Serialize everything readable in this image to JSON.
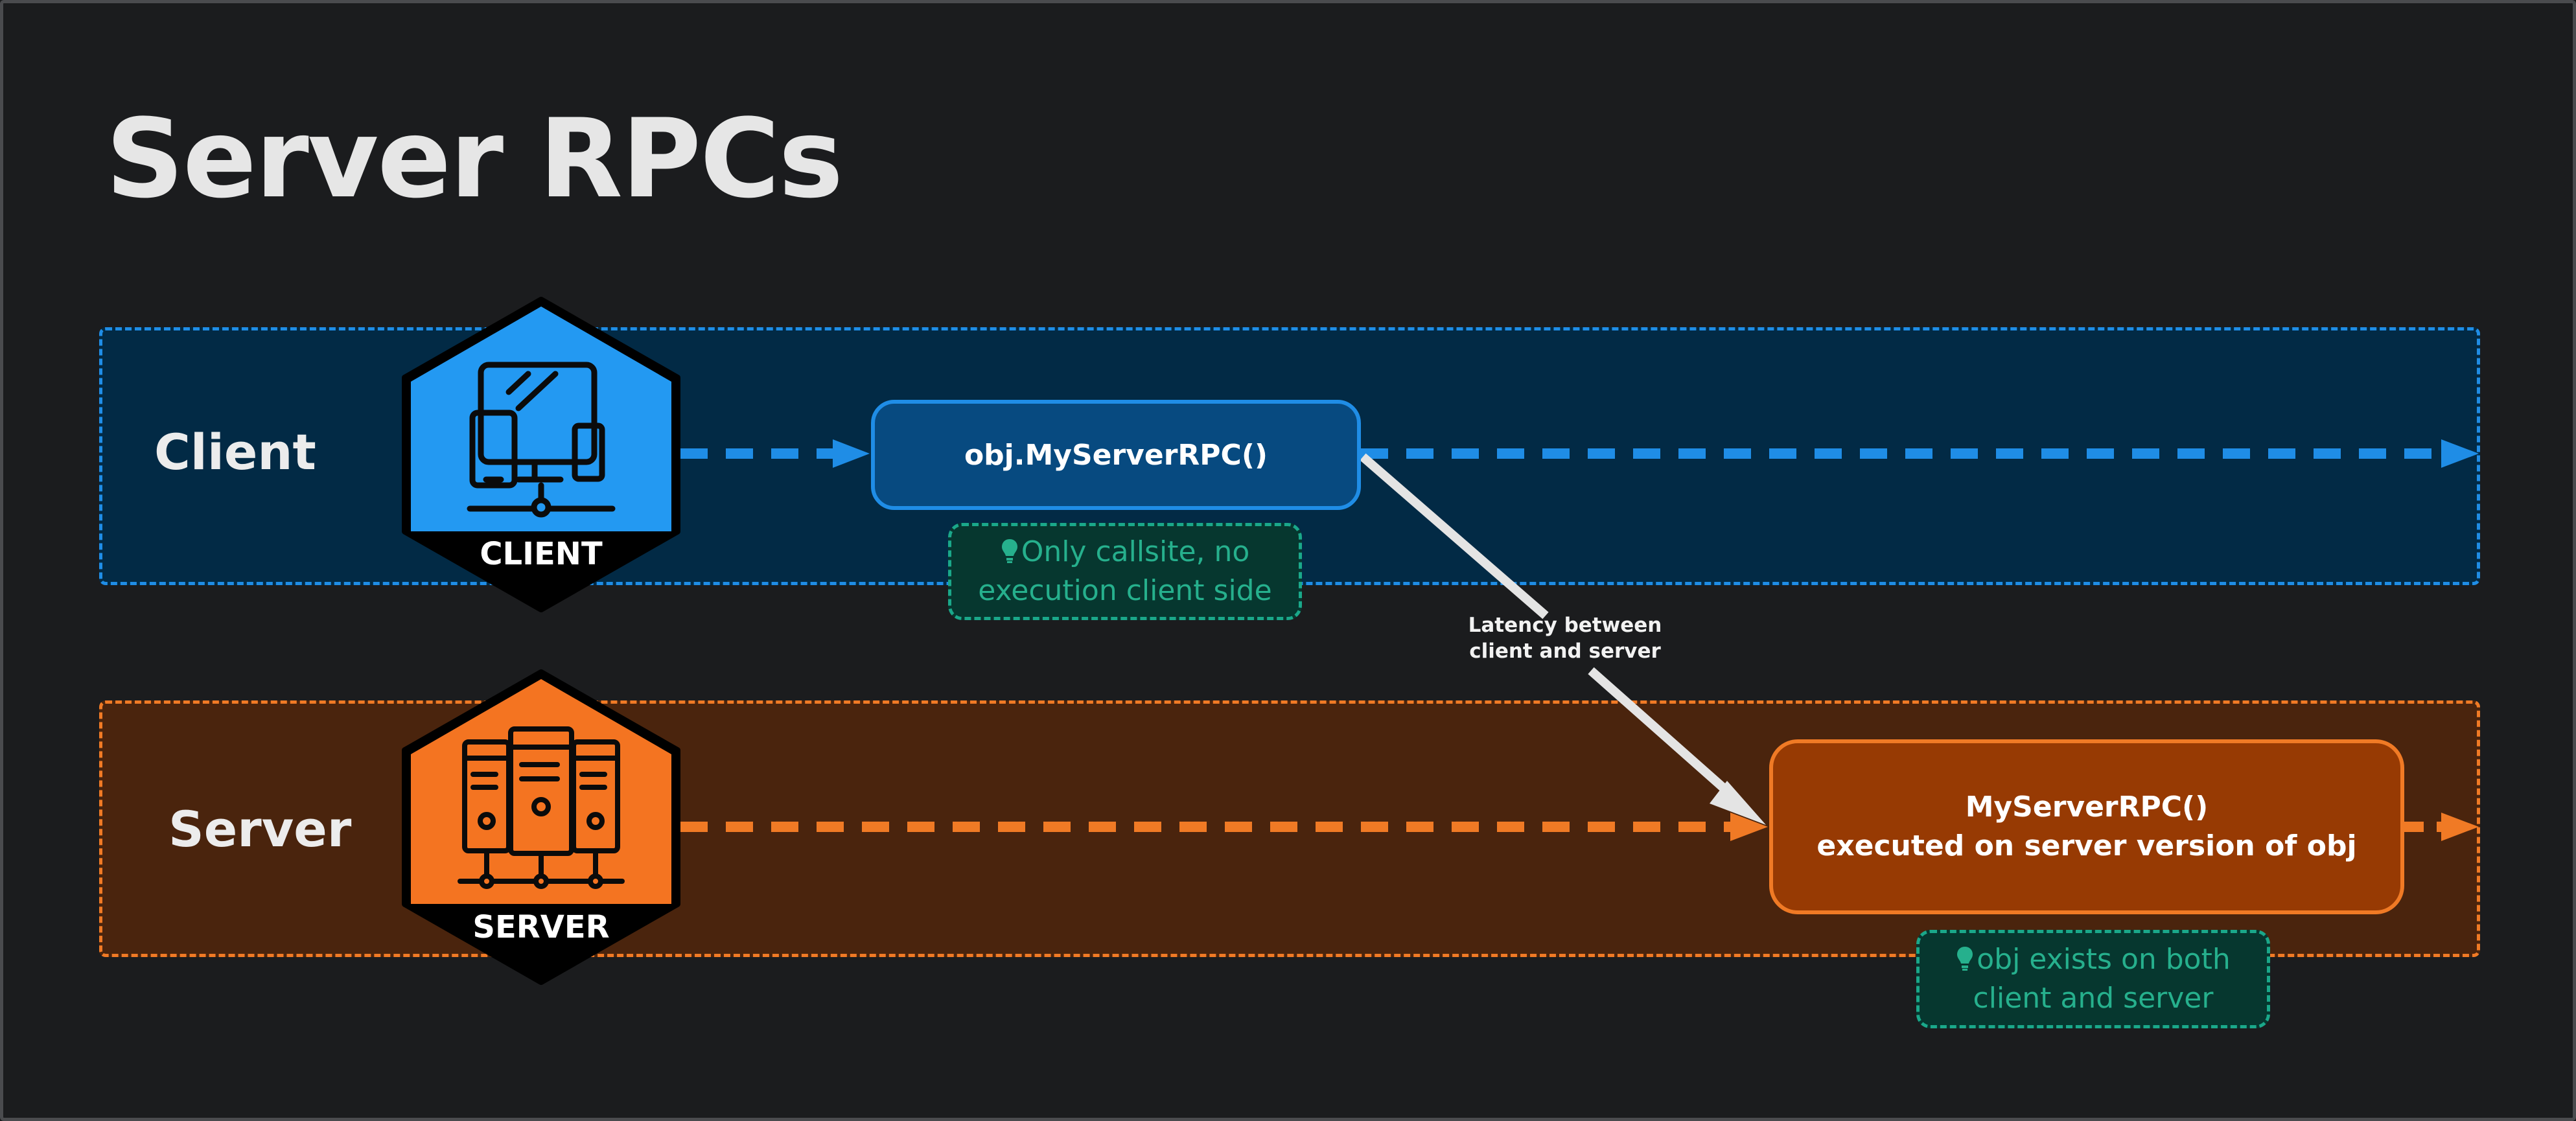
{
  "diagram": {
    "title": "Server RPCs",
    "lanes": {
      "client": {
        "label": "Client",
        "badge": "CLIENT",
        "icon": "devices-icon"
      },
      "server": {
        "label": "Server",
        "badge": "SERVER",
        "icon": "server-rack-icon"
      }
    },
    "nodes": {
      "client_call": {
        "label": "obj.MyServerRPC()"
      },
      "server_exec": {
        "line1": "MyServerRPC()",
        "line2": "executed on server version of obj"
      }
    },
    "notes": {
      "client": {
        "line1": "Only callsite, no",
        "line2": "execution client side"
      },
      "server": {
        "line1": "obj exists on both",
        "line2": "client and server"
      }
    },
    "edge_label": {
      "line1": "Latency between",
      "line2": "client and server"
    },
    "colors": {
      "background": "#1b1c1e",
      "client_accent": "#1f8de6",
      "client_fill": "#022a45",
      "server_accent": "#f07a25",
      "server_fill": "#4a240d",
      "note_accent": "#1aa88a",
      "arrow": "#e4e4e4"
    }
  }
}
